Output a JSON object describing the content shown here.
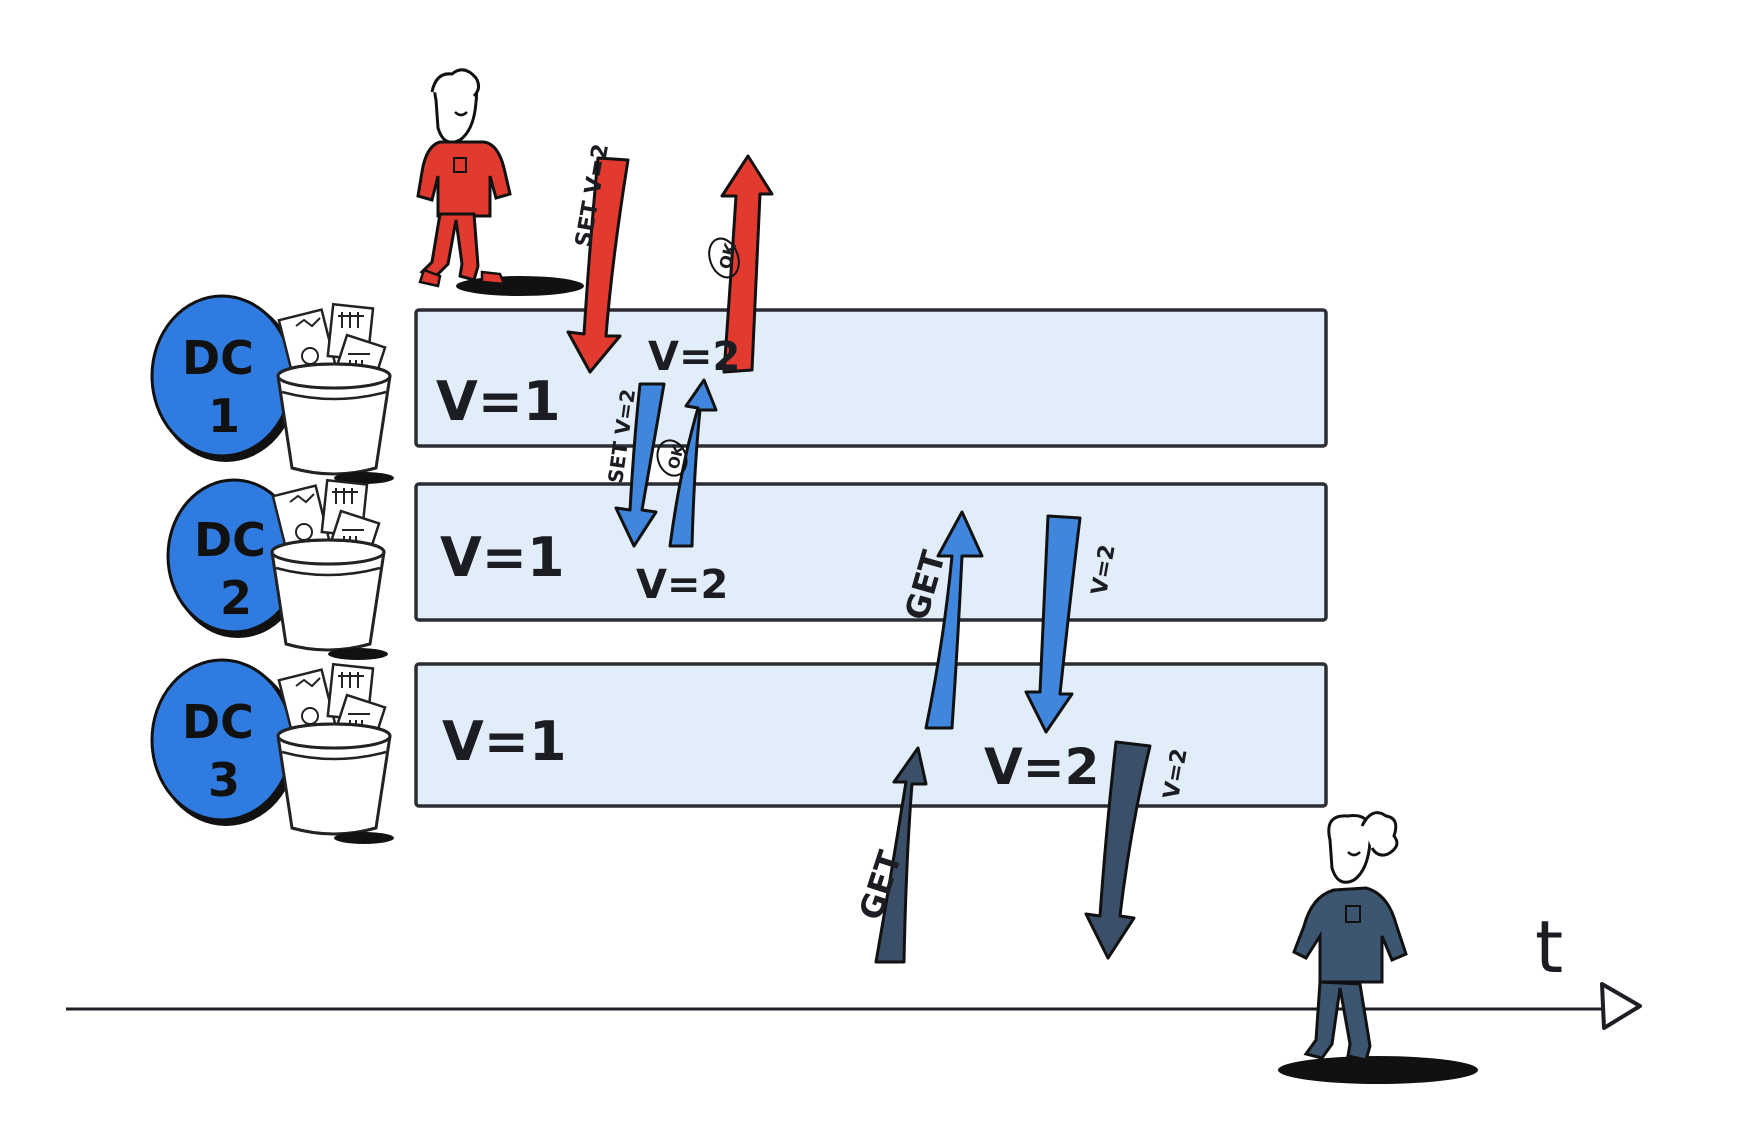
{
  "colors": {
    "lane_fill": "#e2edfa",
    "lane_stroke": "#2b2d33",
    "dc_blue": "#2f7be0",
    "red": "#e23a2f",
    "blue_arrow": "#3f86dc",
    "dark_arrow": "#3b5068",
    "red_person": "#e13b2f",
    "dark_person": "#3c5570"
  },
  "datacenters": [
    {
      "label": "DC",
      "number": "1",
      "value": "V=1"
    },
    {
      "label": "DC",
      "number": "2",
      "value": "V=1"
    },
    {
      "label": "DC",
      "number": "3",
      "value": "V=1"
    }
  ],
  "labels": {
    "set_dc1": "SET V=2",
    "ok_dc1": "OK",
    "dc1_new_value": "V=2",
    "set_dc2": "SET V=2",
    "ok_dc2": "OK",
    "dc2_new_value": "V=2",
    "get_dc2": "GET",
    "resp_dc2": "V=2",
    "dc3_new_value": "V=2",
    "get_dc3": "GET",
    "resp_dc3": "V=2",
    "time_axis": "t"
  },
  "icons": {
    "bucket": "bucket-of-documents-icon",
    "writer": "red-person-writer",
    "reader": "dark-person-reader"
  }
}
